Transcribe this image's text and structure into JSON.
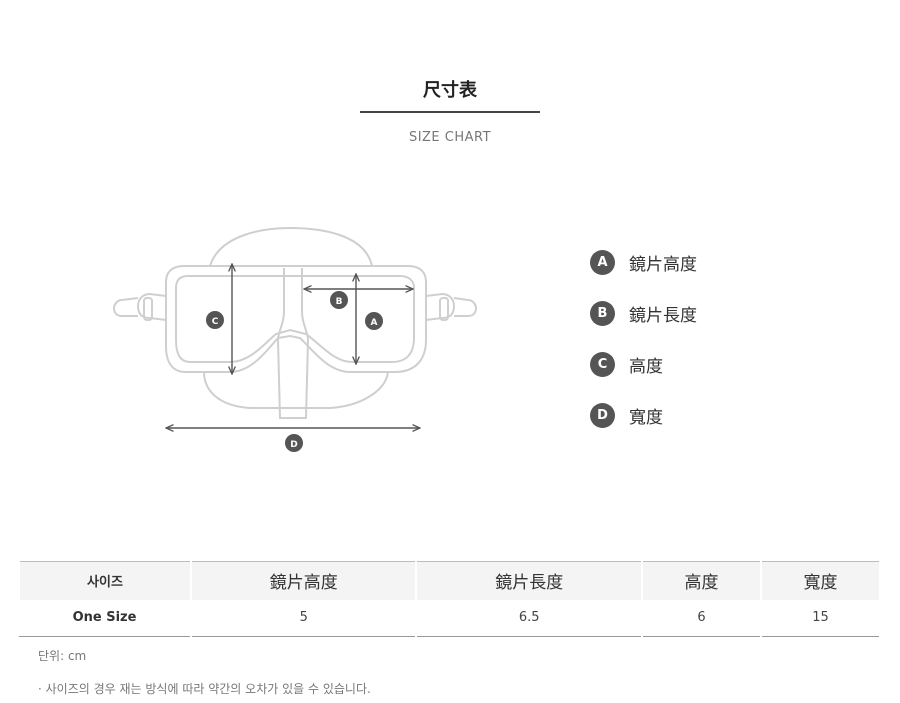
{
  "header": {
    "title": "尺寸表",
    "subtitle": "SIZE CHART"
  },
  "diagram": {
    "markers": [
      "A",
      "B",
      "C",
      "D"
    ]
  },
  "legend": [
    {
      "key": "A",
      "label": "鏡片高度"
    },
    {
      "key": "B",
      "label": "鏡片長度"
    },
    {
      "key": "C",
      "label": "高度"
    },
    {
      "key": "D",
      "label": "寬度"
    }
  ],
  "table": {
    "headers": [
      "사이즈",
      "鏡片高度",
      "鏡片長度",
      "高度",
      "寬度"
    ],
    "rows": [
      [
        "One Size",
        "5",
        "6.5",
        "6",
        "15"
      ]
    ]
  },
  "notes": {
    "unit": "단위: cm",
    "disclaimer": "· 사이즈의 경우 재는 방식에 따라 약간의 오차가 있을 수 있습니다."
  },
  "colors": {
    "badge": "#555555",
    "outline": "#cccccc",
    "arrow": "#555555",
    "table_header_bg": "#f4f4f4"
  }
}
